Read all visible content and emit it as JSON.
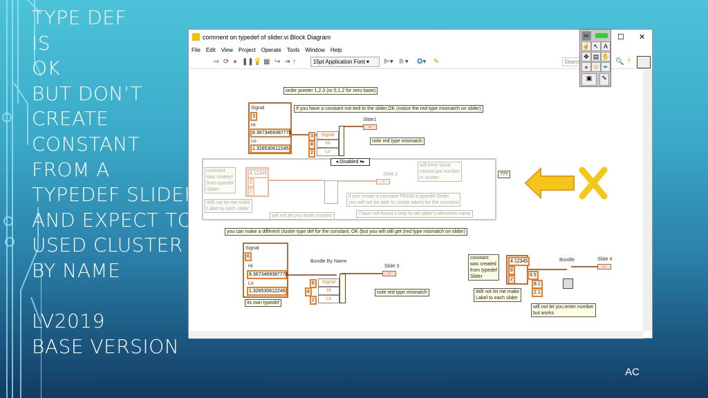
{
  "slide": {
    "title": "TYPE DEF\nIS\nOK\nBUT DON’T\nCREATE\nCONSTANT\nFROM A\nTYPEDEF SLIDER\nAND EXPECT TO\nUSED CLUSTER\nBY NAME\n\nLV2019\nBASE VERSION",
    "footer": "AC"
  },
  "window": {
    "title": "comment on typedef of slider.vi Block Diagram",
    "menu": [
      "File",
      "Edit",
      "View",
      "Project",
      "Operate",
      "Tools",
      "Window",
      "Help"
    ],
    "font_select": "15pt Application Font",
    "search_placeholder": "Search"
  },
  "diagram": {
    "order_note": "order  pointer 1,2,3 (or 0,1,2 for zero base)",
    "constant_note": "If you have a constant not tied to the slider,OK (notice the red type mismatch on slider)",
    "cluster1": {
      "signal_label": "Signal",
      "signal": "3",
      "hi_label": "Hi",
      "hi": "8.3673469387776",
      "lo_label": "Lo",
      "lo": "1.326530612245"
    },
    "bundle1": {
      "inputs": [
        "3",
        "8",
        "2"
      ],
      "elements": [
        "Signal",
        "Hi",
        "Lo"
      ]
    },
    "slide1": "Slide1",
    "mismatch_note": "note red type mismatch",
    "disabled_select": "Disabled",
    "dis": {
      "created_note": "constant\nwas created\nfrom typedef\nSlider",
      "values": [
        "4.12345",
        "8",
        "2"
      ],
      "label_note": "Will not let me make\nLabel to each slider",
      "enter_note": "will not let you enter number",
      "slide2": "Slide 2",
      "error_note": "will error since\ncannot put number\nin cluster",
      "from_note": "if you create a constant FROM a typedef Slider\nyou will not be able to create labels for the constant",
      "names_note": "I have not found a way to set slider's elements name"
    },
    "qqq": "???",
    "different_note": "you can make a different cluster type def for the constant, OK  (but you will still get (red type mismatch on slider)",
    "cluster3": {
      "signal_label": "Signal",
      "signal": "6",
      "hi_label": "Hi",
      "hi": "8.3673469387776",
      "lo_label": "Lo",
      "lo": "1.326530612245",
      "own_note": "its own typedef"
    },
    "bundle_by_name_label": "Bundle By Name",
    "bundle3": {
      "inputs": [
        "6",
        "8",
        "2"
      ],
      "elements": [
        "Signal",
        "Hi",
        "Lo"
      ]
    },
    "slide3": "Slide 3",
    "mismatch_note3": "note red type mismatch",
    "c4": {
      "created_note": "constant\nwas created\nfrom typedef\nSlider",
      "values": [
        "4.12345",
        "8",
        "2"
      ],
      "label_note": "Will not let me make\nLabel to each slider",
      "bundle_label": "Bundle",
      "inputs": [
        "6.5",
        "8.1",
        "2.1"
      ],
      "slide4": "Slide 4",
      "works_note": "will not let you enter number\nbut works"
    }
  },
  "colors": {
    "arrow": "#f5c518",
    "x_mark": "#f5c518"
  }
}
